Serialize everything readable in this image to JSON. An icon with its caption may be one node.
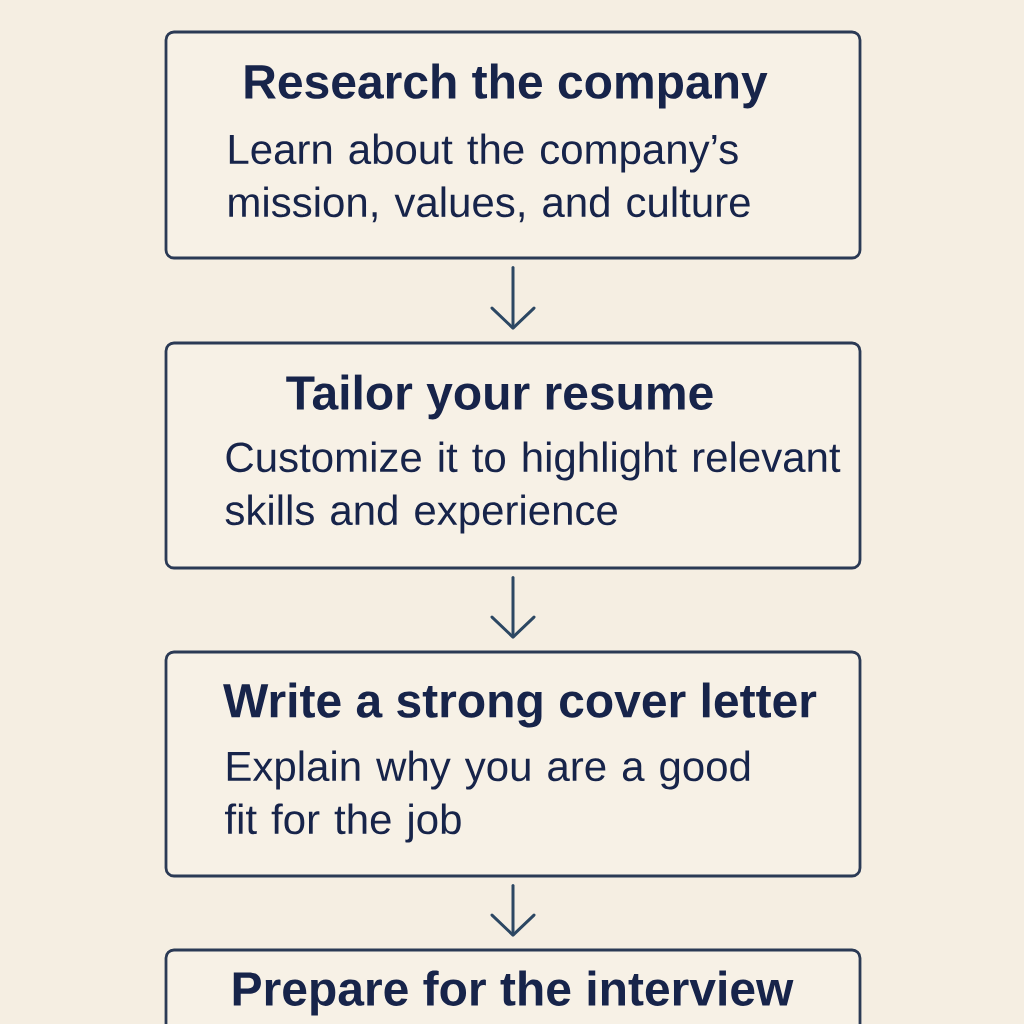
{
  "diagram": {
    "nodes": [
      {
        "text": [
          "Research the company",
          "Learn about the company’s mission, values, and culture"
        ]
      },
      {
        "text": [
          "Tailor your resume",
          "Customize it to highlight relevant skills and experience"
        ]
      },
      {
        "text": [
          "Write a strong cover letter",
          "Explain why you are a good fit for the job"
        ]
      },
      {
        "text": [
          "Prepare for the interview"
        ]
      }
    ],
    "edges": [
      {
        "from": 0,
        "to": 1,
        "arrow": "to"
      },
      {
        "from": 1,
        "to": 2,
        "arrow": "to"
      },
      {
        "from": 2,
        "to": 3,
        "arrow": "to"
      }
    ]
  }
}
